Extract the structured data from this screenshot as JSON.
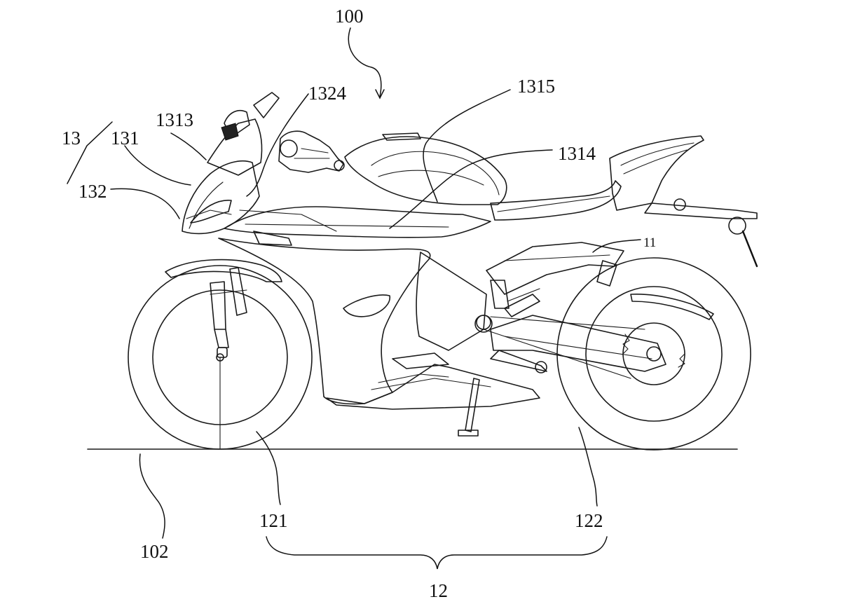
{
  "figure": {
    "reference_numerals": {
      "motorcycle": "100",
      "frame": "11",
      "wheels": "12",
      "front_wheel": "121",
      "rear_wheel": "122",
      "body_cover": "13",
      "upper_cover": "131",
      "lower_cover": "132",
      "headlight_part": "1313",
      "side_panel": "1314",
      "tank_cover": "1315",
      "handlebar_part": "1324",
      "ground": "102"
    }
  }
}
